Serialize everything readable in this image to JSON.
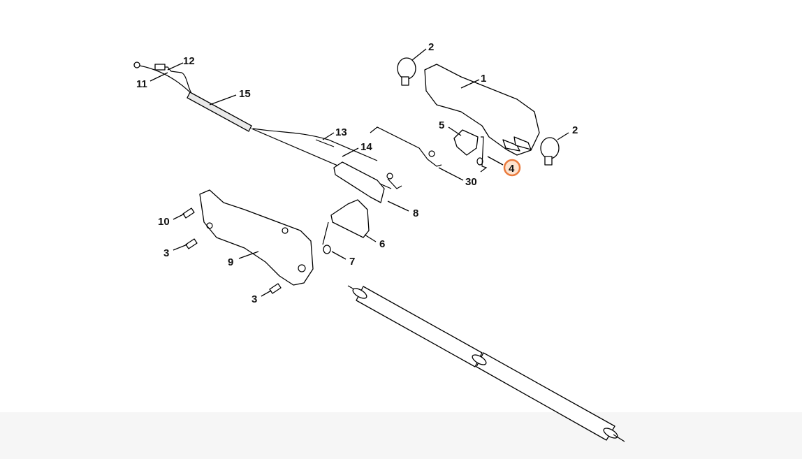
{
  "diagram": {
    "highlighted_part": "4",
    "highlight_color": "#ea7a3c",
    "highlight_fill": "#fde3cf",
    "labels": [
      {
        "id": "12",
        "text": "12"
      },
      {
        "id": "11",
        "text": "11"
      },
      {
        "id": "15",
        "text": "15"
      },
      {
        "id": "13",
        "text": "13"
      },
      {
        "id": "14",
        "text": "14"
      },
      {
        "id": "30",
        "text": "30"
      },
      {
        "id": "8",
        "text": "8"
      },
      {
        "id": "6",
        "text": "6"
      },
      {
        "id": "7",
        "text": "7"
      },
      {
        "id": "10",
        "text": "10"
      },
      {
        "id": "3a",
        "text": "3"
      },
      {
        "id": "9",
        "text": "9"
      },
      {
        "id": "3b",
        "text": "3"
      },
      {
        "id": "2a",
        "text": "2"
      },
      {
        "id": "1",
        "text": "1"
      },
      {
        "id": "5",
        "text": "5"
      },
      {
        "id": "2b",
        "text": "2"
      },
      {
        "id": "4",
        "text": "4"
      }
    ]
  }
}
